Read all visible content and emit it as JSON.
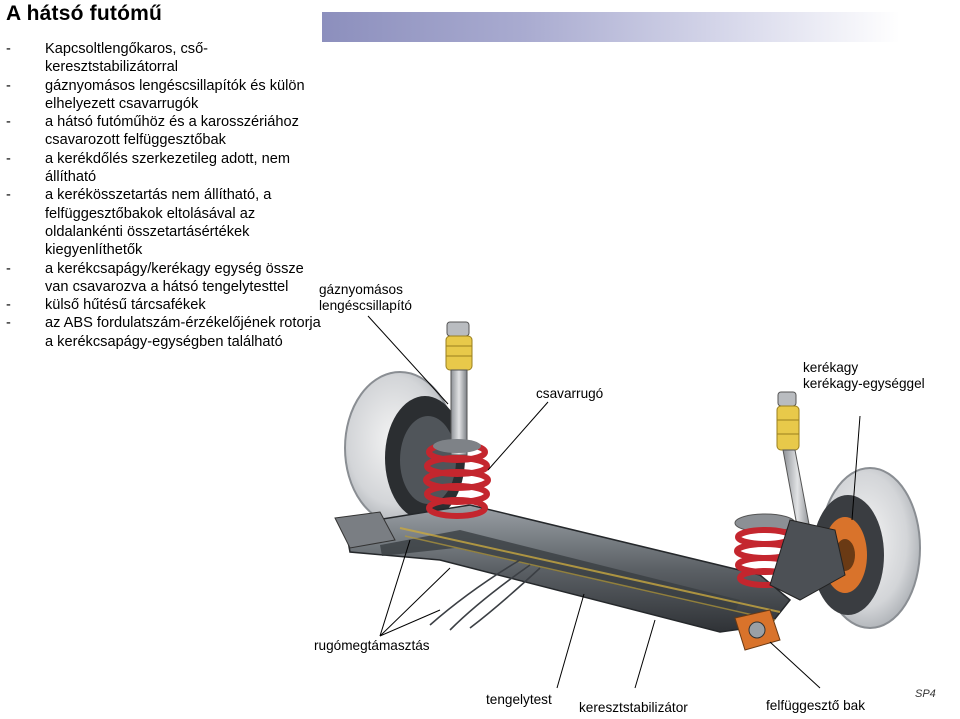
{
  "title": "A hátsó futómű",
  "bullets": [
    "Kapcsoltlengőkaros, cső-keresztstabilizátorral",
    "gáznyomásos lengéscsillapítók és külön elhelyezett csavarrugók",
    "a hátsó futóműhöz és a karosszériához csavarozott felfüggesztőbak",
    "a kerékdőlés szerkezetileg adott, nem állítható",
    "a kerékösszetartás nem állítható, a felfüggesztőbakok eltolásával az oldalankénti összetartásértékek kiegyenlíthetők",
    "a kerékcsapágy/kerékagy egység össze van csavarozva a hátsó tengelytesttel",
    "külső hűtésű tárcsafékek",
    "az ABS fordulatszám-érzékelőjének rotorja a kerékcsapágy-egységben található"
  ],
  "labels": {
    "damper_line1": "gáznyomásos",
    "damper_line2": "lengéscsillapító",
    "spring": "csavarrugó",
    "hub_line1": "kerékagy",
    "hub_line2": "kerékagy-egységgel",
    "spring_seat": "rugómegtámasztás",
    "axle_beam": "tengelytest",
    "stabilizer": "keresztstabilizátor",
    "bracket": "felfüggesztő bak"
  },
  "code": "SP4",
  "colors": {
    "spring": "#c4262e",
    "damper_yellow": "#e8c94a",
    "hub_orange": "#d9732b",
    "steel": "#6e7378"
  }
}
